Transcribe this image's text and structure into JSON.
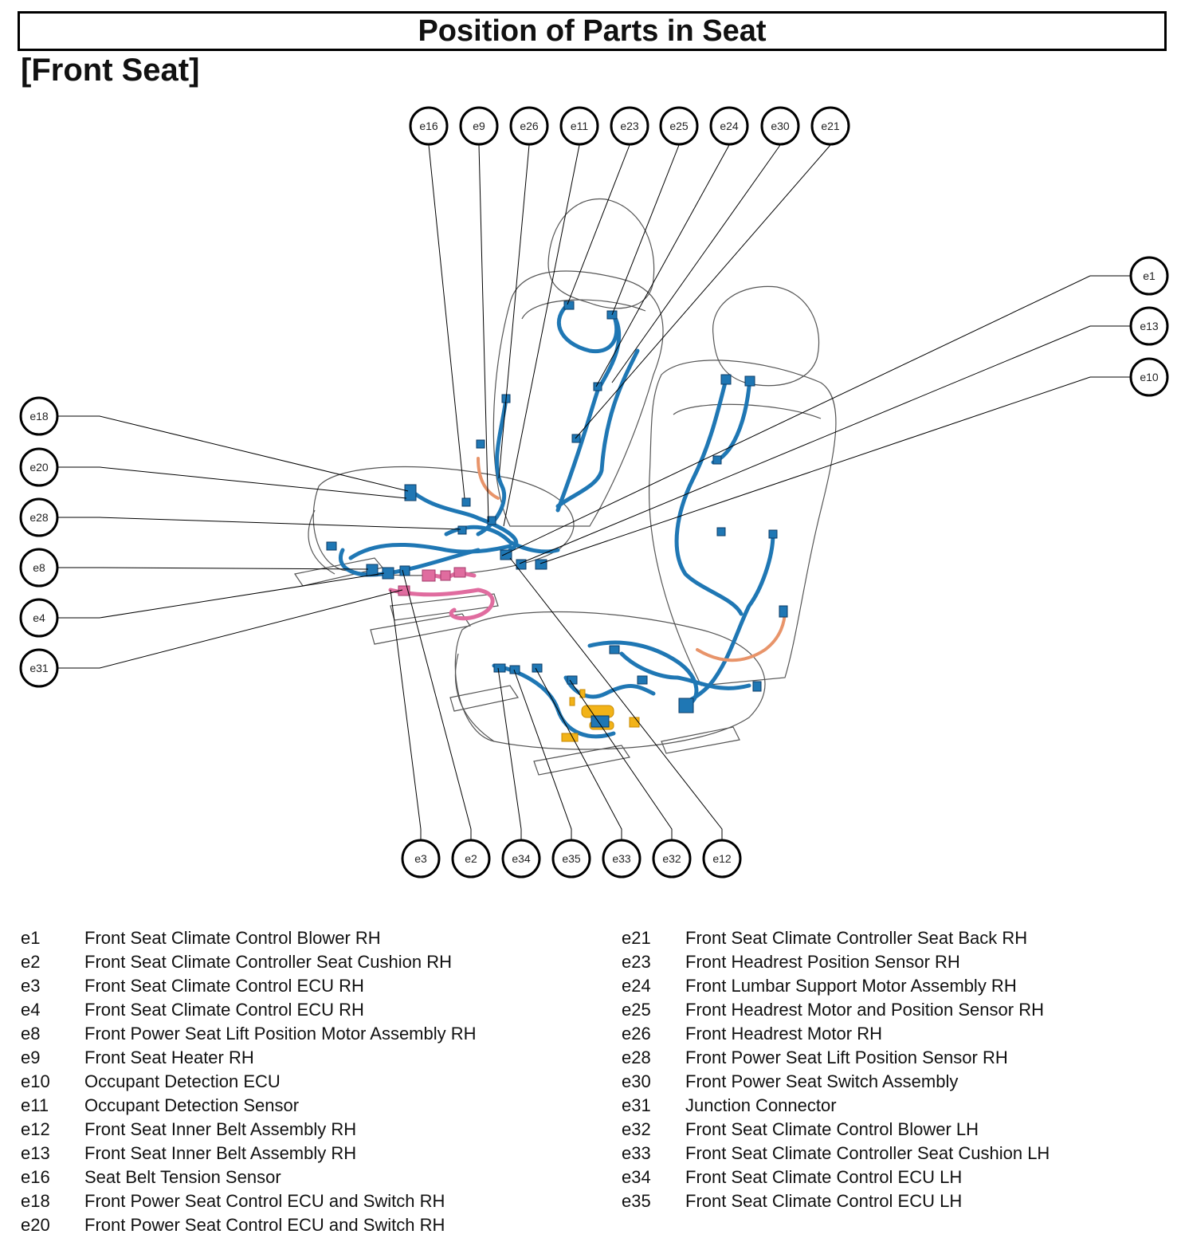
{
  "title": "Position of Parts in Seat",
  "subtitle": "[Front Seat]",
  "colors": {
    "harness": "#1f77b4",
    "harness_dark": "#0b3b66",
    "pink": "#e06c9f",
    "orange": "#e8946a",
    "yellow": "#f2b318",
    "outline": "#555555"
  },
  "callouts": [
    "e16",
    "e9",
    "e26",
    "e11",
    "e23",
    "e25",
    "e24",
    "e30",
    "e21",
    "e1",
    "e13",
    "e10",
    "e18",
    "e20",
    "e28",
    "e8",
    "e4",
    "e31",
    "e3",
    "e2",
    "e34",
    "e35",
    "e33",
    "e32",
    "e12"
  ],
  "legend_left": [
    {
      "code": "e1",
      "name": "Front Seat Climate Control Blower RH"
    },
    {
      "code": "e2",
      "name": "Front Seat Climate Controller Seat Cushion RH"
    },
    {
      "code": "e3",
      "name": "Front Seat Climate Control ECU RH"
    },
    {
      "code": "e4",
      "name": "Front Seat Climate Control ECU RH"
    },
    {
      "code": "e8",
      "name": "Front Power Seat Lift Position Motor Assembly RH"
    },
    {
      "code": "e9",
      "name": "Front Seat Heater RH"
    },
    {
      "code": "e10",
      "name": "Occupant Detection ECU"
    },
    {
      "code": "e11",
      "name": "Occupant Detection Sensor"
    },
    {
      "code": "e12",
      "name": "Front Seat Inner Belt Assembly RH"
    },
    {
      "code": "e13",
      "name": "Front Seat Inner Belt Assembly RH"
    },
    {
      "code": "e16",
      "name": "Seat Belt Tension Sensor"
    },
    {
      "code": "e18",
      "name": "Front Power Seat Control ECU and Switch RH"
    },
    {
      "code": "e20",
      "name": "Front Power Seat Control ECU and Switch RH"
    }
  ],
  "legend_right": [
    {
      "code": "e21",
      "name": "Front Seat Climate Controller Seat Back RH"
    },
    {
      "code": "e23",
      "name": "Front Headrest Position Sensor RH"
    },
    {
      "code": "e24",
      "name": "Front Lumbar Support Motor Assembly RH"
    },
    {
      "code": "e25",
      "name": "Front Headrest Motor and Position Sensor RH"
    },
    {
      "code": "e26",
      "name": "Front Headrest Motor RH"
    },
    {
      "code": "e28",
      "name": "Front Power Seat Lift Position Sensor RH"
    },
    {
      "code": "e30",
      "name": "Front Power Seat Switch Assembly"
    },
    {
      "code": "e31",
      "name": "Junction Connector"
    },
    {
      "code": "e32",
      "name": "Front Seat Climate Control Blower LH"
    },
    {
      "code": "e33",
      "name": "Front Seat Climate Controller Seat Cushion LH"
    },
    {
      "code": "e34",
      "name": "Front Seat Climate Control ECU LH"
    },
    {
      "code": "e35",
      "name": "Front Seat Climate Control ECU LH"
    }
  ]
}
